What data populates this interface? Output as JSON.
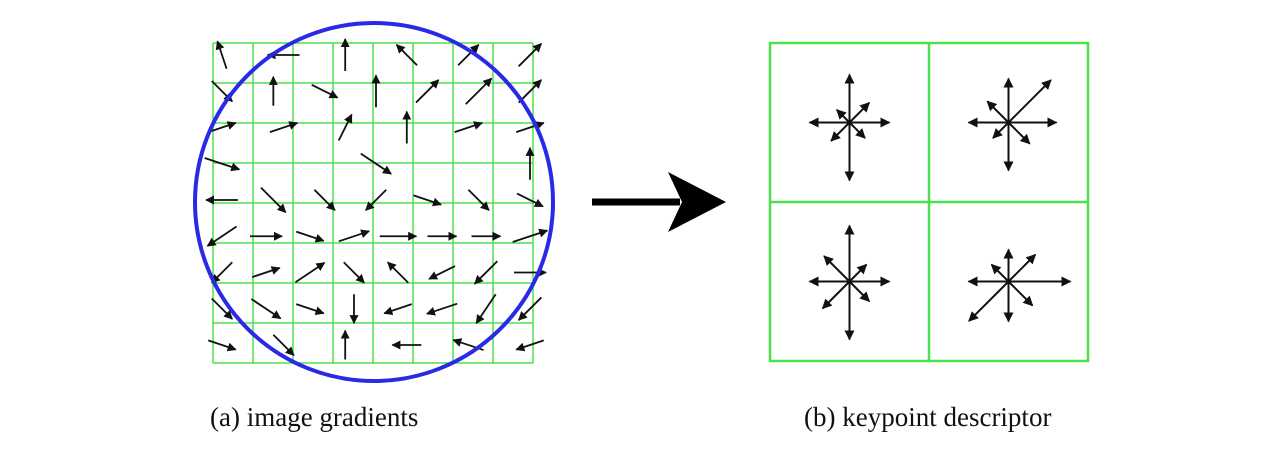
{
  "colors": {
    "grid": "#4de04d",
    "circle": "#2a2ae6",
    "arrow": "#111111",
    "background": "#ffffff"
  },
  "panel_a": {
    "caption": "(a) image gradients",
    "grid_cells": 8,
    "gradients": [
      [
        [
          -1,
          3,
          0.5
        ],
        [
          -3,
          0,
          0.6
        ],
        [
          0,
          3,
          0.6
        ],
        [
          -1,
          1,
          0.5
        ],
        [
          1,
          1,
          0.5
        ],
        [
          1,
          1,
          0.6
        ]
      ],
      [
        [
          1,
          -1,
          0.5
        ],
        [
          0,
          3,
          0.5
        ],
        [
          2,
          -1,
          0.5
        ],
        [
          0,
          3,
          0.6
        ],
        [
          1,
          1,
          0.6
        ],
        [
          3,
          3,
          0.75
        ],
        [
          1,
          1,
          0.6
        ]
      ],
      [
        [
          3,
          1,
          0.5
        ],
        [
          3,
          1,
          0.5
        ],
        [
          1,
          2,
          0.5
        ],
        [
          0,
          3,
          0.6
        ],
        [
          3,
          1,
          0.5
        ],
        [
          3,
          1,
          0.5
        ]
      ],
      [
        [
          3,
          -1,
          0.75
        ],
        [
          3,
          -2,
          0.75
        ],
        [
          0,
          3,
          0.6
        ]
      ],
      [
        [
          -3,
          0,
          0.6
        ],
        [
          2,
          -2,
          0.7
        ],
        [
          1,
          -1,
          0.5
        ],
        [
          -1,
          -1,
          0.5
        ],
        [
          3,
          -1,
          0.5
        ],
        [
          1,
          -1,
          0.5
        ],
        [
          2,
          -1,
          0.5
        ]
      ],
      [
        [
          -3,
          -2,
          0.7
        ],
        [
          3,
          0,
          0.6
        ],
        [
          3,
          -1,
          0.5
        ],
        [
          3,
          1,
          0.6
        ],
        [
          3,
          0,
          0.75
        ],
        [
          1,
          0,
          0.5
        ],
        [
          3,
          0,
          0.5
        ],
        [
          3,
          1,
          0.75
        ]
      ],
      [
        [
          -1,
          -1,
          0.5
        ],
        [
          3,
          1,
          0.5
        ],
        [
          3,
          2,
          0.7
        ],
        [
          1,
          -1,
          0.5
        ],
        [
          -1,
          1,
          0.5
        ],
        [
          -2,
          -1,
          0.5
        ],
        [
          -2,
          -2,
          0.6
        ],
        [
          3,
          0,
          0.6
        ]
      ],
      [
        [
          1,
          -1,
          0.5
        ],
        [
          3,
          -2,
          0.7
        ],
        [
          3,
          -1,
          0.5
        ],
        [
          0,
          -3,
          0.5
        ],
        [
          -3,
          -1,
          0.5
        ],
        [
          -3,
          -1,
          0.6
        ],
        [
          -2,
          -3,
          0.7
        ],
        [
          -2,
          -2,
          0.6
        ]
      ],
      [
        [
          3,
          -1,
          0.5
        ],
        [
          2,
          -2,
          0.5
        ],
        [
          0,
          3,
          0.5
        ],
        [
          -3,
          0,
          0.5
        ],
        [
          -3,
          1,
          0.6
        ],
        [
          -3,
          -1,
          0.5
        ]
      ]
    ]
  },
  "panel_b": {
    "caption": "(b) keypoint descriptor",
    "histograms": [
      [
        40,
        28,
        48,
        18,
        40,
        26,
        58,
        22
      ],
      [
        48,
        60,
        44,
        30,
        40,
        22,
        48,
        30
      ],
      [
        40,
        24,
        56,
        36,
        40,
        38,
        58,
        28
      ],
      [
        62,
        38,
        32,
        24,
        40,
        56,
        40,
        34
      ]
    ]
  }
}
